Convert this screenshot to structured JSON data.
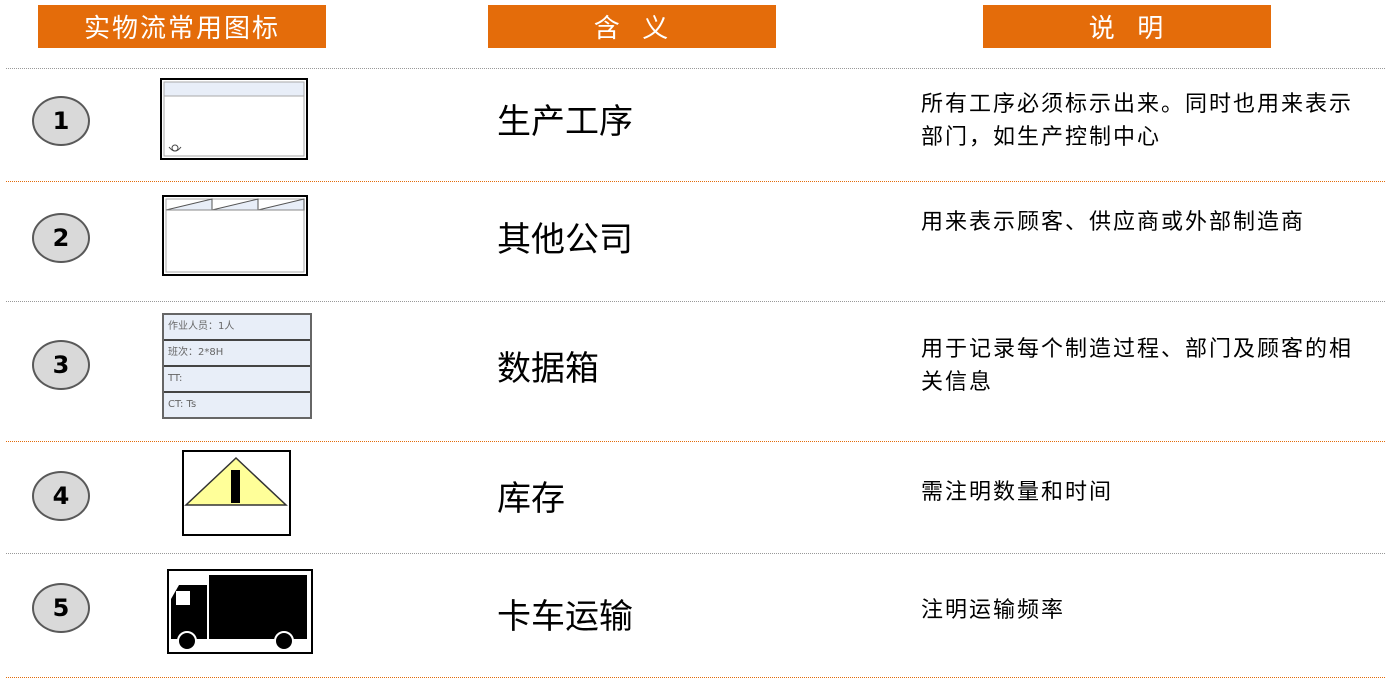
{
  "headers": {
    "icon": "实物流常用图标",
    "meaning": "含  义",
    "note": "说  明"
  },
  "rows": [
    {
      "num": "1",
      "name": "生产工序",
      "desc": "所有工序必须标示出来。同时也用来表示部门，如生产控制中心",
      "icon": "process-box-icon"
    },
    {
      "num": "2",
      "name": "其他公司",
      "desc": "用来表示顾客、供应商或外部制造商",
      "icon": "factory-icon"
    },
    {
      "num": "3",
      "name": "数据箱",
      "desc": "用于记录每个制造过程、部门及顾客的相关信息",
      "icon": "data-box-icon",
      "databox": [
        "作业人员：1人",
        "班次：2*8H",
        "TT:",
        "CT: Ts"
      ]
    },
    {
      "num": "4",
      "name": "库存",
      "desc": "需注明数量和时间",
      "icon": "inventory-triangle-icon"
    },
    {
      "num": "5",
      "name": "卡车运输",
      "desc": "注明运输频率",
      "icon": "truck-icon"
    }
  ],
  "colors": {
    "accent": "#e46c0a",
    "iconFill": "#e8eef8",
    "triangle": "#ffff99"
  }
}
